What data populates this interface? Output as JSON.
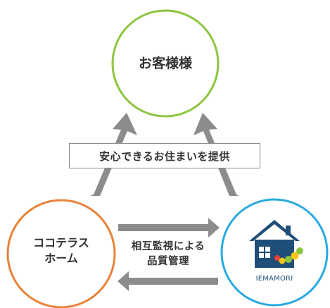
{
  "diagram": {
    "nodes": {
      "customer": {
        "label": "お客様様",
        "color": "#8cc63f"
      },
      "cocoterrace": {
        "label_line1": "ココテラス",
        "label_line2": "ホーム",
        "color": "#e8823a"
      },
      "iemamori": {
        "logo_text": "IEMAMORI",
        "color": "#29a9e0",
        "icon": "house-logo-icon"
      }
    },
    "center_box": {
      "label": "安心できるお住まいを提供"
    },
    "mid_label": {
      "line1": "相互監視による",
      "line2": "品質管理"
    },
    "arrow_color": "#8c8c8c"
  }
}
